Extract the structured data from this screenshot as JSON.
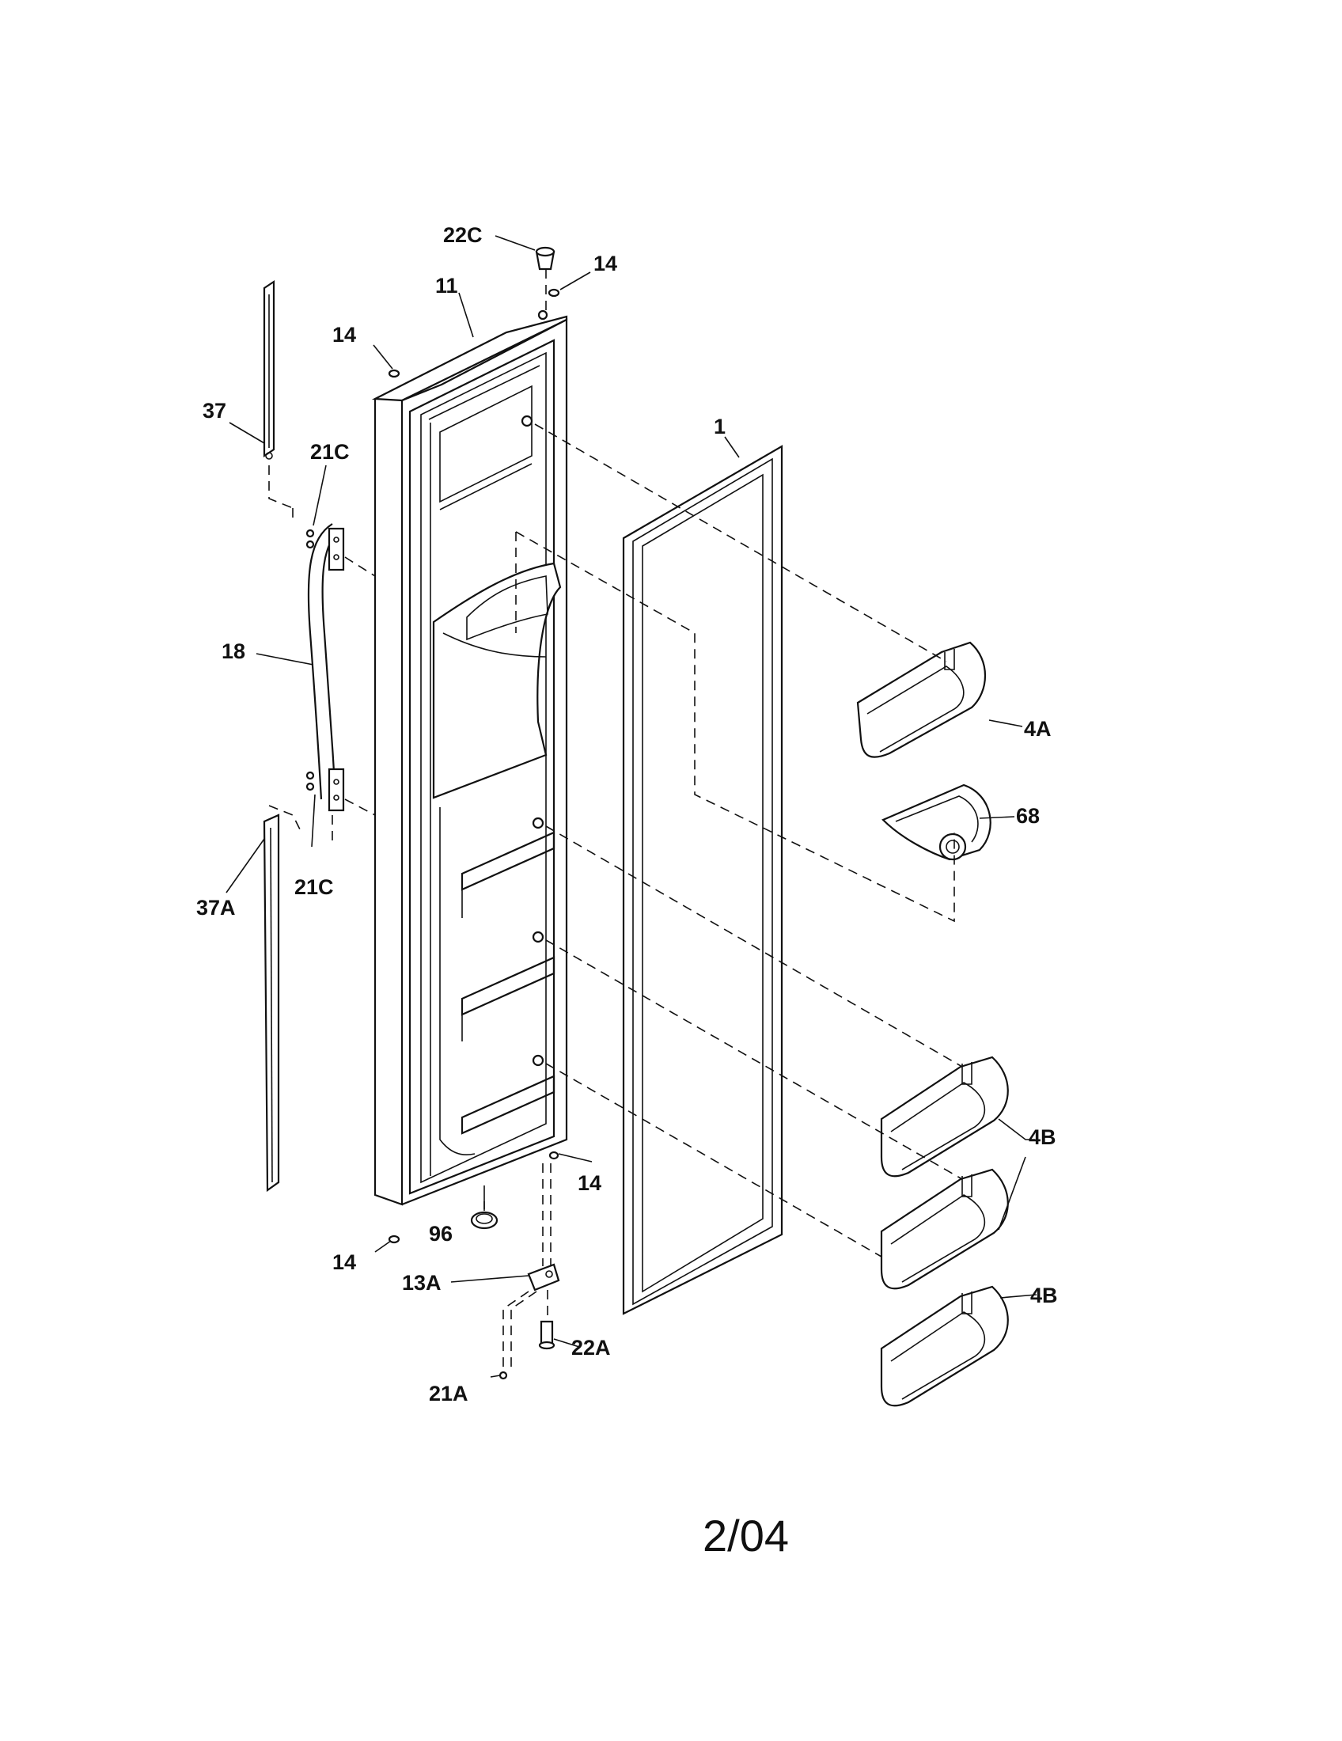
{
  "diagram": {
    "callouts": {
      "p22C": "22C",
      "p14_top_right": "14",
      "p11": "11",
      "p14_top_left": "14",
      "p37": "37",
      "p21C_upper": "21C",
      "p1": "1",
      "p18": "18",
      "p4A": "4A",
      "p68": "68",
      "p21C_lower": "21C",
      "p37A": "37A",
      "p4B_upper": "4B",
      "p14_bottom_right": "14",
      "p96": "96",
      "p14_bottom_left": "14",
      "p13A": "13A",
      "p4B_lower": "4B",
      "p22A": "22A",
      "p21A": "21A"
    },
    "footer_code": "2/04"
  }
}
